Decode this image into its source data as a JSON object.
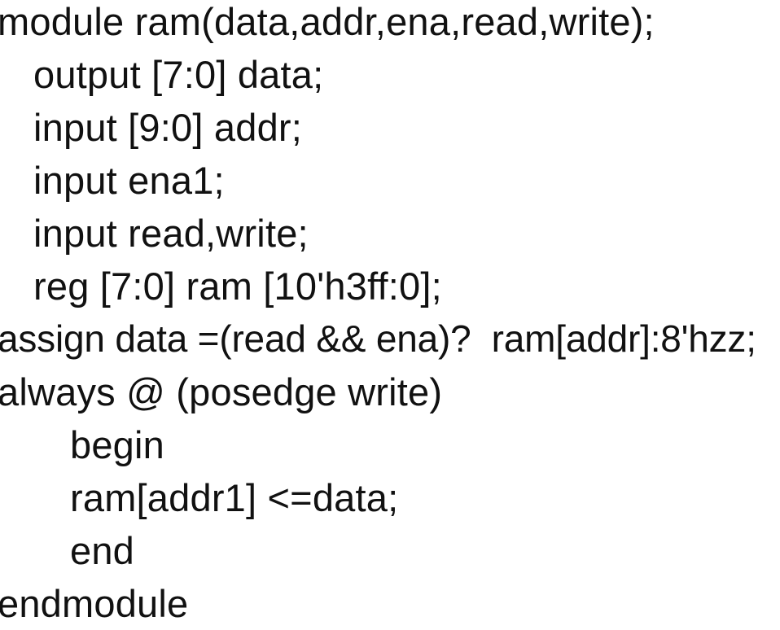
{
  "document": {
    "kind": "source-code-listing",
    "language": "Verilog",
    "background_color": "#ffffff",
    "text_color": "#111111",
    "module_name": "ram",
    "line_count": 12
  },
  "code": {
    "lines": [
      {
        "n": 1,
        "indent": 0,
        "text": "module ram(data,addr,ena,read,write);"
      },
      {
        "n": 2,
        "indent": 1,
        "text": "output [7:0] data;"
      },
      {
        "n": 3,
        "indent": 1,
        "text": "input [9:0] addr;"
      },
      {
        "n": 4,
        "indent": 1,
        "text": "input ena1;"
      },
      {
        "n": 5,
        "indent": 1,
        "text": "input read,write;"
      },
      {
        "n": 6,
        "indent": 1,
        "text": "reg [7:0] ram [10'h3ff:0];"
      },
      {
        "n": 7,
        "indent": 0,
        "text": "assign data =(read && ena)?  ram[addr]:8'hzz;"
      },
      {
        "n": 8,
        "indent": 0,
        "text": "always @ (posedge write)"
      },
      {
        "n": 9,
        "indent": 2,
        "text": "begin"
      },
      {
        "n": 10,
        "indent": 2,
        "text": "ram[addr1] <=data;"
      },
      {
        "n": 11,
        "indent": 2,
        "text": "end"
      },
      {
        "n": 12,
        "indent": 0,
        "text": "endmodule"
      }
    ]
  }
}
